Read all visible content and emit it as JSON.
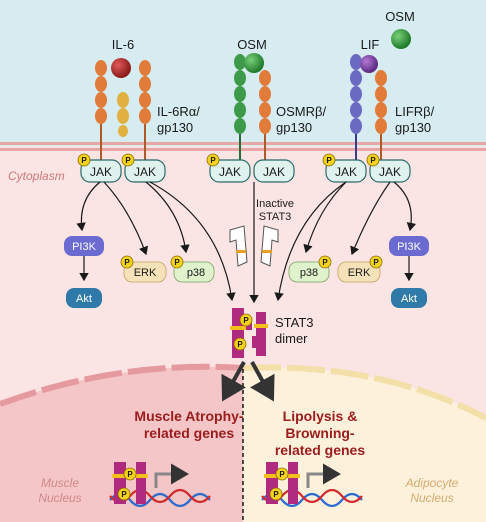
{
  "ligands": {
    "il6": "IL-6",
    "osm_top": "OSM",
    "osm": "OSM",
    "lif": "LIF"
  },
  "receptors": {
    "il6_line1": "IL-6Rα/",
    "il6_line2": "gp130",
    "osm_line1": "OSMRβ/",
    "osm_line2": "gp130",
    "lif_line1": "LIFRβ/",
    "lif_line2": "gp130"
  },
  "cytoplasm_label": "Cytoplasm",
  "jak": "JAK",
  "phospho": "P",
  "inactive_stat3_line1": "Inactive",
  "inactive_stat3_line2": "STAT3",
  "kinases": {
    "pi3k": "PI3K",
    "akt": "Akt",
    "erk": "ERK",
    "p38": "p38"
  },
  "stat3_dimer_line1": "STAT3",
  "stat3_dimer_line2": "dimer",
  "muscle_genes_line1": "Muscle Atrophy-",
  "muscle_genes_line2": "related genes",
  "adipo_genes_line1": "Lipolysis &",
  "adipo_genes_line2": "Browning-",
  "adipo_genes_line3": "related genes",
  "muscle_nucleus_line1": "Muscle",
  "muscle_nucleus_line2": "Nucleus",
  "adipo_nucleus_line1": "Adipocyte",
  "adipo_nucleus_line2": "Nucleus",
  "colors": {
    "extracellular": "#d6ecf1",
    "cytoplasm": "#fbe4e4",
    "membrane": "#e7a7a7",
    "receptor_orange": "#e07b39",
    "receptor_yellow": "#e0b040",
    "receptor_green": "#3c9a4a",
    "receptor_purple": "#6a6ac0",
    "ligand_red": "#b02a2a",
    "ligand_green": "#2e9a3e",
    "ligand_purple": "#7a3aa0",
    "jak_fill": "#dff2ee",
    "phospho": "#f3d21c",
    "pi3k": "#6a6ad0",
    "akt": "#2f7aa8",
    "erk": "#f6e2b8",
    "p38": "#dff2cc",
    "stat3": "#b02a80",
    "gene_text": "#9b1c1c"
  }
}
